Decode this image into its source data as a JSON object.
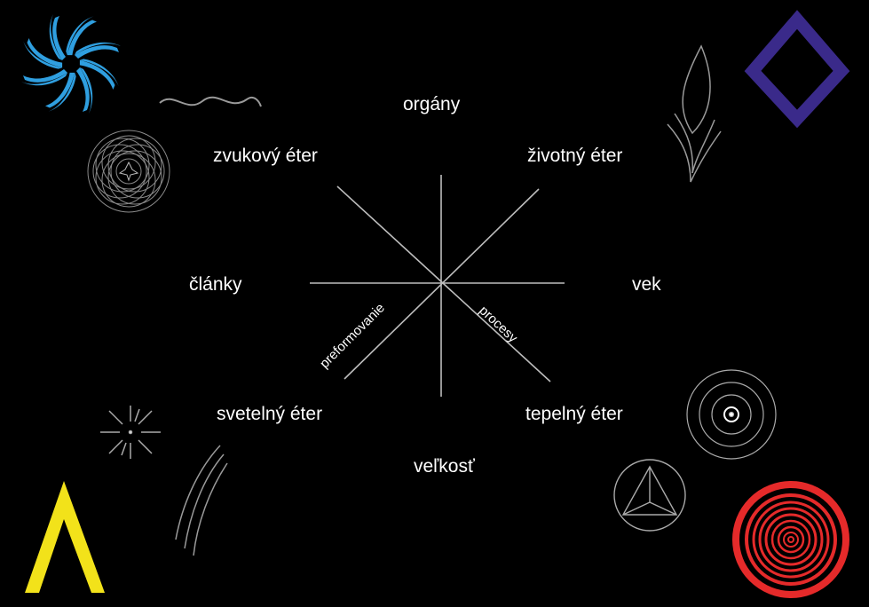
{
  "labels": {
    "top": "orgány",
    "top_left": "zvukový éter",
    "top_right": "životný éter",
    "left": "články",
    "right": "vek",
    "bottom_left": "svetelný éter",
    "bottom_right": "tepelný éter",
    "bottom": "veľkosť",
    "diag_left": "preformovanie",
    "diag_right": "procesy"
  },
  "colors": {
    "background": "#000000",
    "text": "#ffffff",
    "lines": "#bdbdbd",
    "spiral": "#2f9fe0",
    "diamond": "#3a2a8a",
    "chevron": "#f2e21a",
    "target": "#e52a2a"
  },
  "icons": [
    "spiral-icon",
    "diamond-icon",
    "chevron-icon",
    "target-icon",
    "wave-icon",
    "flower-icon",
    "flame-leaf-icon",
    "starburst-icon",
    "arc-lines-icon",
    "concentric-circles-icon",
    "triangle-circle-icon"
  ]
}
